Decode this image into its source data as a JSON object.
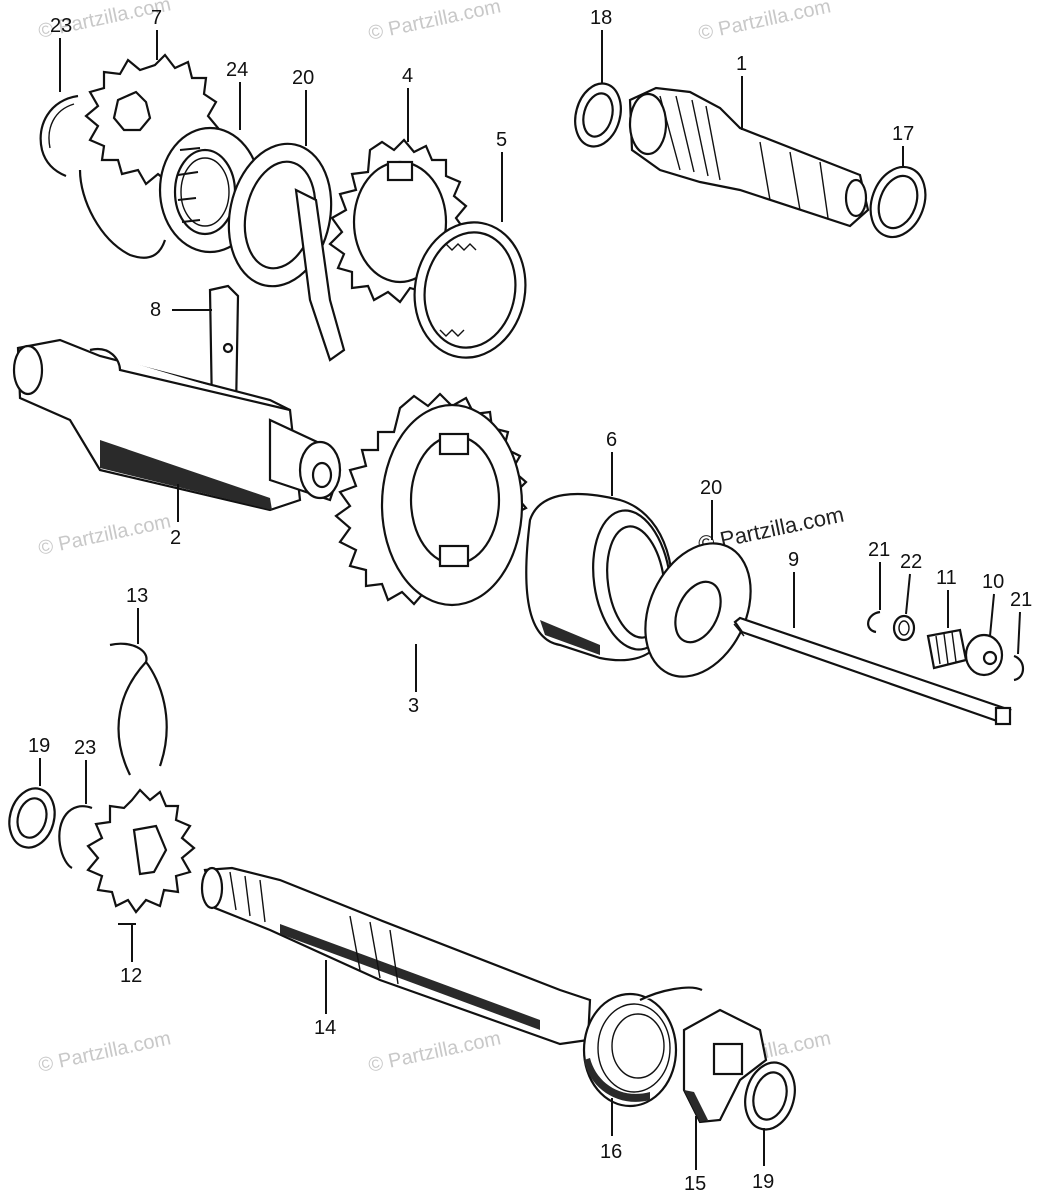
{
  "watermark": "© Partzilla.com",
  "callouts": [
    {
      "id": "c1",
      "label": "1"
    },
    {
      "id": "c2",
      "label": "2"
    },
    {
      "id": "c3",
      "label": "3"
    },
    {
      "id": "c4",
      "label": "4"
    },
    {
      "id": "c5",
      "label": "5"
    },
    {
      "id": "c6",
      "label": "6"
    },
    {
      "id": "c7",
      "label": "7"
    },
    {
      "id": "c8",
      "label": "8"
    },
    {
      "id": "c9",
      "label": "9"
    },
    {
      "id": "c10",
      "label": "10"
    },
    {
      "id": "c11",
      "label": "11"
    },
    {
      "id": "c12",
      "label": "12"
    },
    {
      "id": "c13",
      "label": "13"
    },
    {
      "id": "c14",
      "label": "14"
    },
    {
      "id": "c15",
      "label": "15"
    },
    {
      "id": "c16",
      "label": "16"
    },
    {
      "id": "c17",
      "label": "17"
    },
    {
      "id": "c18",
      "label": "18"
    },
    {
      "id": "c19a",
      "label": "19"
    },
    {
      "id": "c19b",
      "label": "19"
    },
    {
      "id": "c20a",
      "label": "20"
    },
    {
      "id": "c20b",
      "label": "20"
    },
    {
      "id": "c21a",
      "label": "21"
    },
    {
      "id": "c21b",
      "label": "21"
    },
    {
      "id": "c22",
      "label": "22"
    },
    {
      "id": "c23a",
      "label": "23"
    },
    {
      "id": "c23b",
      "label": "23"
    },
    {
      "id": "c24",
      "label": "24"
    }
  ]
}
